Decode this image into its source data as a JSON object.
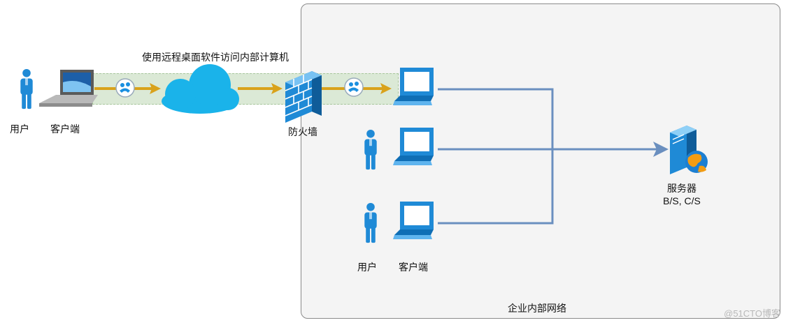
{
  "title": "使用远程桌面软件访问内部计算机",
  "left": {
    "user_label": "用户",
    "client_label": "客户端"
  },
  "firewall_label": "防火墙",
  "enterprise_label": "企业内部网络",
  "internal": {
    "user_label": "用户",
    "client_label": "客户端"
  },
  "server": {
    "name": "服务器",
    "subtitle": "B/S, C/S"
  },
  "watermark": "@51CTO博客",
  "colors": {
    "arrow": "#d9a21b",
    "link": "#6a8fbf",
    "person": "#1f8ad6",
    "cloud": "#1ab3ea",
    "band": "#dbe9d6"
  },
  "icons": [
    "user-icon",
    "laptop-icon",
    "remote-desktop-icon",
    "cloud-icon",
    "firewall-icon",
    "monitor-icon",
    "server-icon"
  ]
}
